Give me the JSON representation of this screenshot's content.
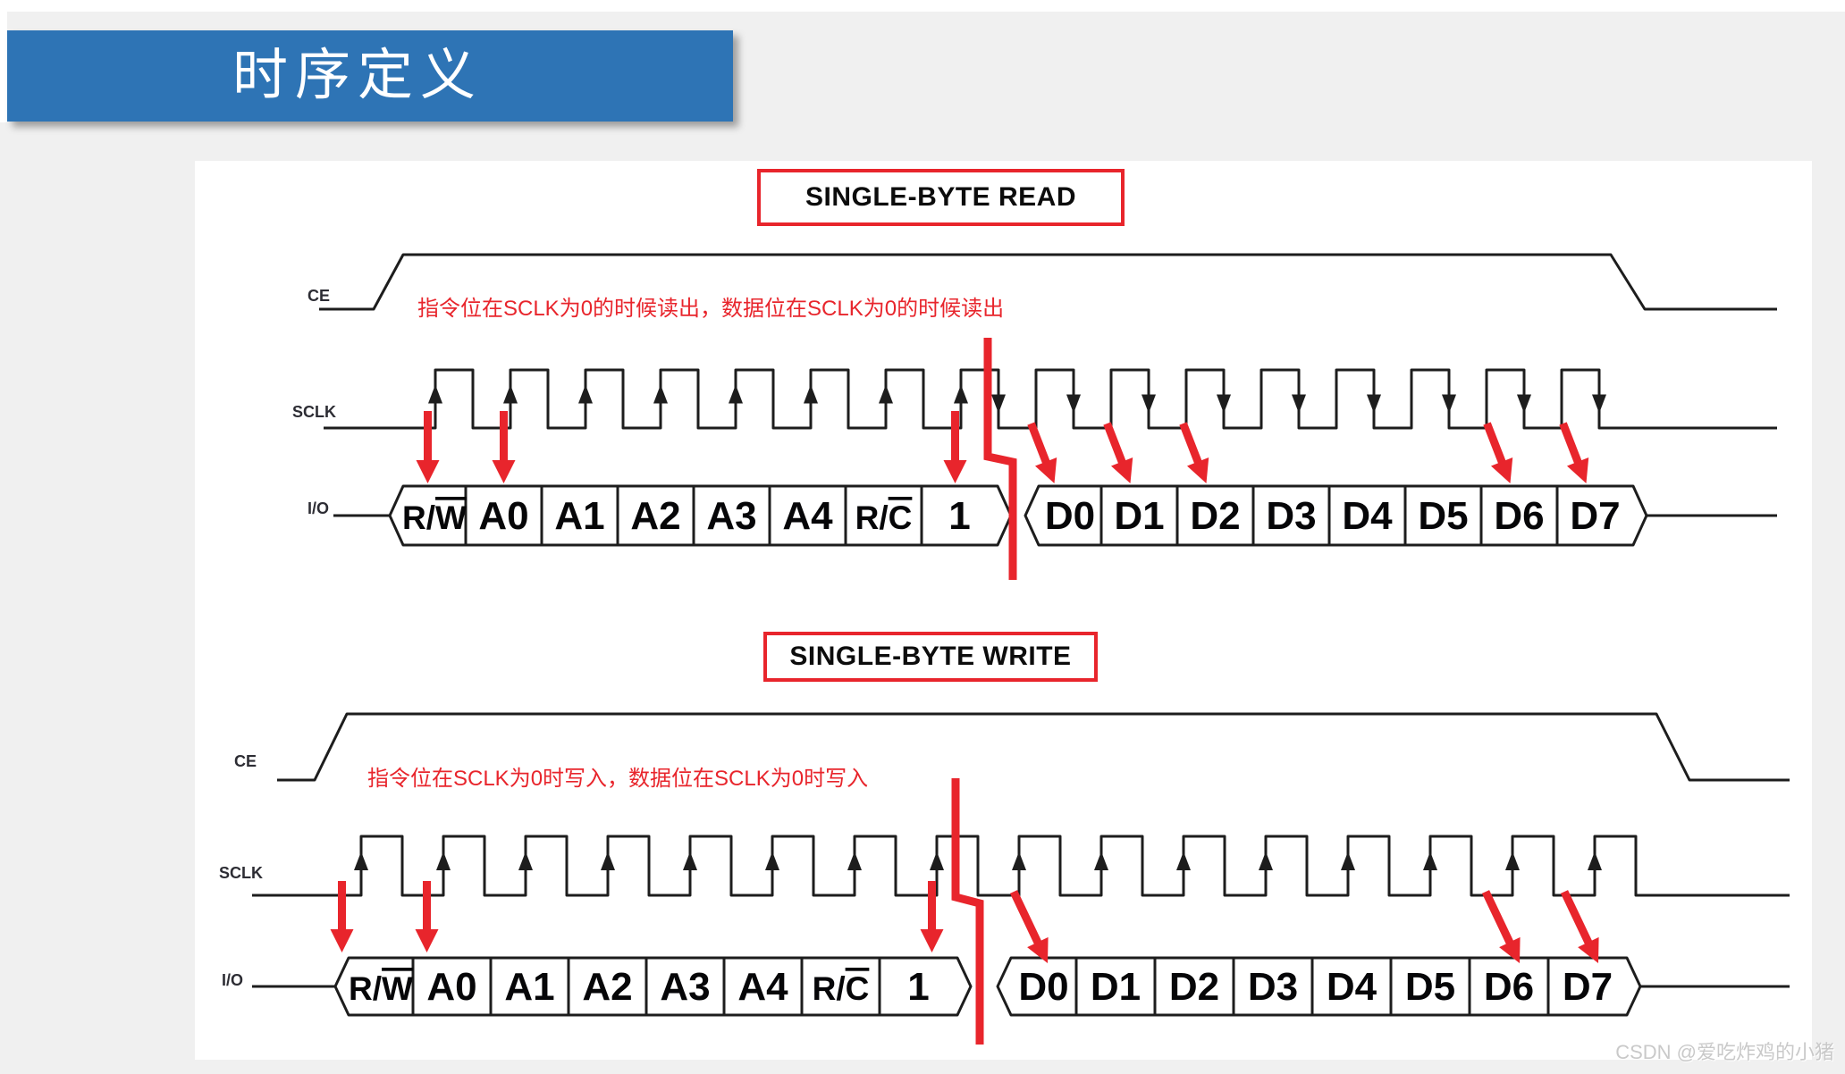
{
  "page": {
    "banner_title": "时序定义",
    "watermark": "CSDN @爱吃炸鸡的小猪",
    "colors": {
      "background": "#f0f0f0",
      "banner": "#2e74b5",
      "banner_text": "#ffffff",
      "panel": "#ffffff",
      "red": "#e8252c",
      "wave": "#1d1d1d",
      "watermark": "#c9c9c9"
    }
  },
  "diagrams": [
    {
      "id": "single-byte-read",
      "title": "SINGLE-BYTE READ",
      "annotation": "指令位在SCLK为0的时候读出，数据位在SCLK为0的时候读出",
      "signals": {
        "ce": "CE",
        "sclk": "SCLK",
        "io": "I/O"
      },
      "command_cells": [
        {
          "text": "R/",
          "overline": "W"
        },
        {
          "text": "A0"
        },
        {
          "text": "A1"
        },
        {
          "text": "A2"
        },
        {
          "text": "A3"
        },
        {
          "text": "A4"
        },
        {
          "text": "R/",
          "overline": "C"
        },
        {
          "text": "1"
        }
      ],
      "data_cells": [
        {
          "text": "D0"
        },
        {
          "text": "D1"
        },
        {
          "text": "D2"
        },
        {
          "text": "D3"
        },
        {
          "text": "D4"
        },
        {
          "text": "D5"
        },
        {
          "text": "D6"
        },
        {
          "text": "D7"
        }
      ],
      "clock": {
        "pulses": 16,
        "rising_arrow_pulses": [
          1,
          2,
          3,
          4,
          5,
          6,
          7,
          8
        ],
        "falling_arrow_pulses": [
          8,
          9,
          10,
          11,
          12,
          13,
          14,
          15,
          16
        ]
      },
      "red_arrows": {
        "command_cells": [
          "R/W",
          "A0",
          "1"
        ],
        "data_cells": [
          "D0",
          "D1",
          "D2",
          "D6",
          "D7"
        ]
      }
    },
    {
      "id": "single-byte-write",
      "title": "SINGLE-BYTE WRITE",
      "annotation": "指令位在SCLK为0时写入，数据位在SCLK为0时写入",
      "signals": {
        "ce": "CE",
        "sclk": "SCLK",
        "io": "I/O"
      },
      "command_cells": [
        {
          "text": "R/",
          "overline": "W"
        },
        {
          "text": "A0"
        },
        {
          "text": "A1"
        },
        {
          "text": "A2"
        },
        {
          "text": "A3"
        },
        {
          "text": "A4"
        },
        {
          "text": "R/",
          "overline": "C"
        },
        {
          "text": "1"
        }
      ],
      "data_cells": [
        {
          "text": "D0"
        },
        {
          "text": "D1"
        },
        {
          "text": "D2"
        },
        {
          "text": "D3"
        },
        {
          "text": "D4"
        },
        {
          "text": "D5"
        },
        {
          "text": "D6"
        },
        {
          "text": "D7"
        }
      ],
      "clock": {
        "pulses": 16,
        "rising_arrow_pulses": [
          1,
          2,
          3,
          4,
          5,
          6,
          7,
          8,
          9,
          10,
          11,
          12,
          13,
          14,
          15,
          16
        ],
        "falling_arrow_pulses": []
      },
      "red_arrows": {
        "command_cells": [
          "R/W",
          "A0",
          "1"
        ],
        "data_cells": [
          "D0",
          "D6",
          "D7"
        ]
      }
    }
  ]
}
